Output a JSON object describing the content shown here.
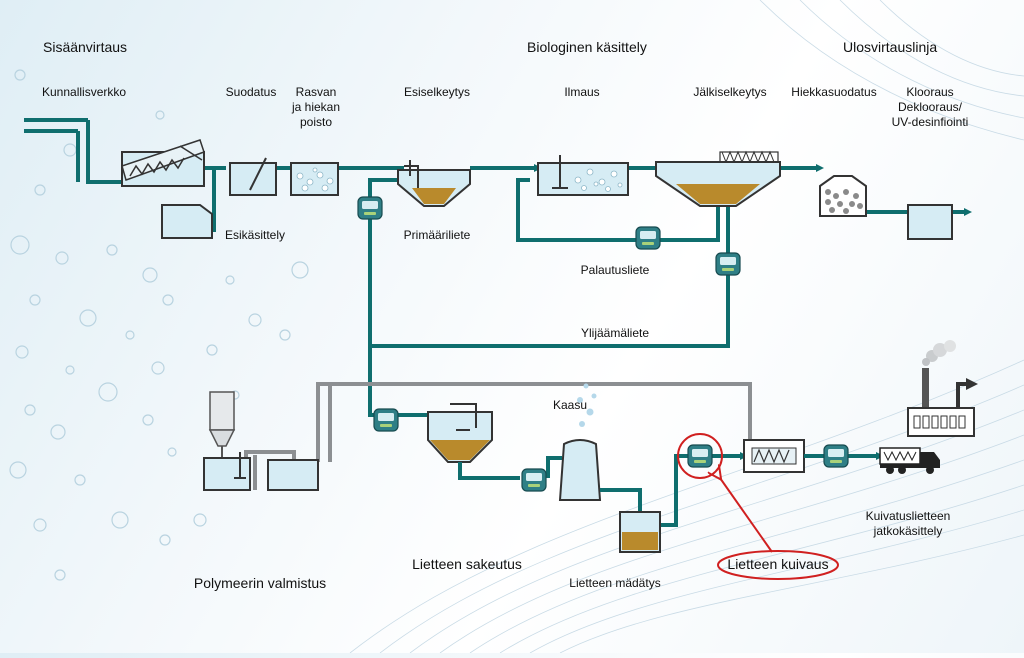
{
  "headers": {
    "inflow": "Sisäänvirtaus",
    "biological": "Biologinen käsittely",
    "outflow": "Ulosvirtauslinja"
  },
  "stages": {
    "municipal_network": "Kunnallisverkko",
    "screening": "Suodatus",
    "grease_sand_removal": "Rasvan\nja hiekan\npoisto",
    "primary_clarification": "Esiselkeytys",
    "aeration": "Ilmaus",
    "secondary_clarification": "Jälkiselkeytys",
    "sand_filtration": "Hiekkasuodatus",
    "disinfection": "Klooraus\nDeklooraus/\nUV-desinfiointi",
    "pretreatment": "Esikäsittely",
    "primary_sludge": "Primääriliete",
    "return_sludge": "Palautusliete",
    "excess_sludge": "Ylijäämäliete",
    "gas": "Kaasu",
    "sludge_thickening": "Lietteen sakeutus",
    "polymer_preparation": "Polymeerin valmistus",
    "sludge_digestion": "Lietteen mädätys",
    "sludge_drying": "Lietteen kuivaus",
    "dried_sludge_post_treatment": "Kuivatuslietteen\njatkokäsittely"
  },
  "colors": {
    "pipe": "#0f6e6e",
    "gray_pipe": "#8c8f92",
    "sludge": "#b98a2c",
    "water": "#d6ecf4",
    "highlight": "#d02020",
    "meter": "#2f7f86"
  },
  "icons": {
    "meter": "flow-meter-icon",
    "truck": "truck-icon",
    "factory": "factory-icon",
    "screw": "screw-conveyor-icon"
  }
}
